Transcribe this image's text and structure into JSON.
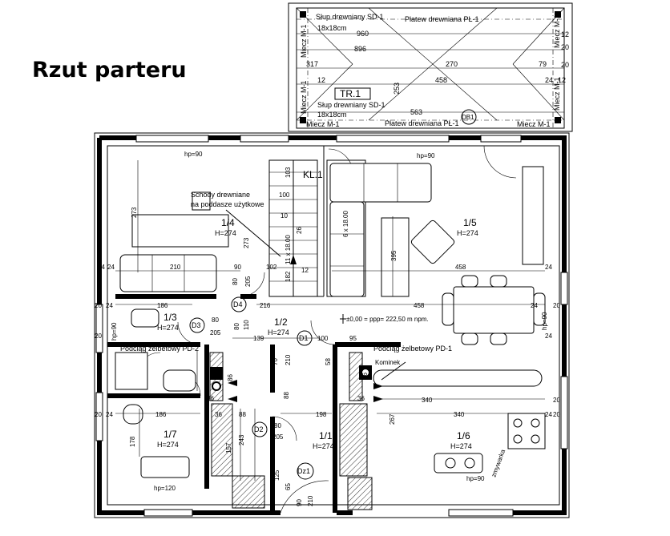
{
  "title": "Rzut parteru",
  "terrace": {
    "code": "TR.1",
    "post_top": "Słup drewniany SD-1",
    "post_top_size": "18x18cm",
    "post_bottom": "Słup drewniany SD-1",
    "post_bottom_size": "18x18cm",
    "plate_top": "Płatew drewniana PŁ-1",
    "plate_bottom": "Płatew drewniana PŁ-1",
    "tie_left_top": "Miecz M-1",
    "tie_left_mid": "Miecz M-1",
    "tie_bottom_left": "Miecz M-1",
    "tie_bottom_right": "Miecz M-1",
    "tie_right_top": "Miecz M-1",
    "tie_right_mid": "Miecz M-1",
    "dims": [
      "960",
      "896",
      "317",
      "270",
      "79",
      "12",
      "458",
      "24",
      "12",
      "253",
      "563",
      "20",
      "20",
      "12",
      "20",
      "20"
    ],
    "db": "DB1"
  },
  "rooms": [
    {
      "id": "1/4",
      "h": "H=274"
    },
    {
      "id": "1/5",
      "h": "H=274"
    },
    {
      "id": "1/3",
      "h": "H=274"
    },
    {
      "id": "1/2",
      "h": "H=274"
    },
    {
      "id": "1/7",
      "h": "H=274"
    },
    {
      "id": "1/1",
      "h": "H=274"
    },
    {
      "id": "1/6",
      "h": "H=274"
    }
  ],
  "doors": [
    "D3",
    "D4",
    "D1",
    "D2",
    "Dz1"
  ],
  "labels": {
    "stairs": "Schody drewniane",
    "stairs2": "na poddasze użytkowe",
    "kl": "KL.1",
    "stairs_steps_a": "11 x 18.00",
    "stairs_steps_b": "6 x 18.00",
    "level": "±0,00 = ppp= 222,50 m npm.",
    "beam_left": "Podciąg żelbetowy PD-2",
    "beam_right": "Podciąg żelbetowy PD-1",
    "fireplace": "Kominek",
    "hp90_top": "hp=90",
    "hp90_mid": "hp=90",
    "hp120": "hp=120",
    "hp90_kitchen": "hp=90",
    "hp90_right": "hp=90",
    "hp90_left": "hp=90",
    "sink": "zmywarka"
  },
  "dims": {
    "d210": "210",
    "d273": "273",
    "d273b": "273",
    "d100": "100",
    "d103": "103",
    "d10": "10",
    "d26": "26",
    "d102": "102",
    "d12": "12",
    "d182": "182",
    "d90": "90",
    "d80": "80",
    "d205": "205",
    "d216": "216",
    "d80b": "80",
    "d110": "110",
    "d395": "395",
    "d458a": "458",
    "d458b": "458",
    "d186": "186",
    "d80c": "80",
    "d205b": "205",
    "d139": "139",
    "d100b": "100",
    "d95": "95",
    "d186b": "186",
    "d36": "36",
    "d88": "88",
    "d198": "198",
    "d340a": "340",
    "d340b": "340",
    "d267": "267",
    "d178": "178",
    "d243": "243",
    "d157": "157",
    "d80d": "80",
    "d205c": "205",
    "d125": "125",
    "d65": "65",
    "d90b": "90",
    "d210b": "210",
    "d210c": "210",
    "d24a": "24",
    "d24b": "24",
    "d20a": "20",
    "d20b": "20",
    "d24c": "24",
    "d24d": "24",
    "d20c": "20",
    "d20d": "20",
    "d24e": "24",
    "d24f": "24",
    "d20e": "20",
    "d24g": "24",
    "d24h": "24",
    "d20f": "20",
    "d36b": "36",
    "d86": "86",
    "d86b": "86",
    "d36c": "36",
    "d58": "58",
    "d88b": "88",
    "d70": "70"
  }
}
